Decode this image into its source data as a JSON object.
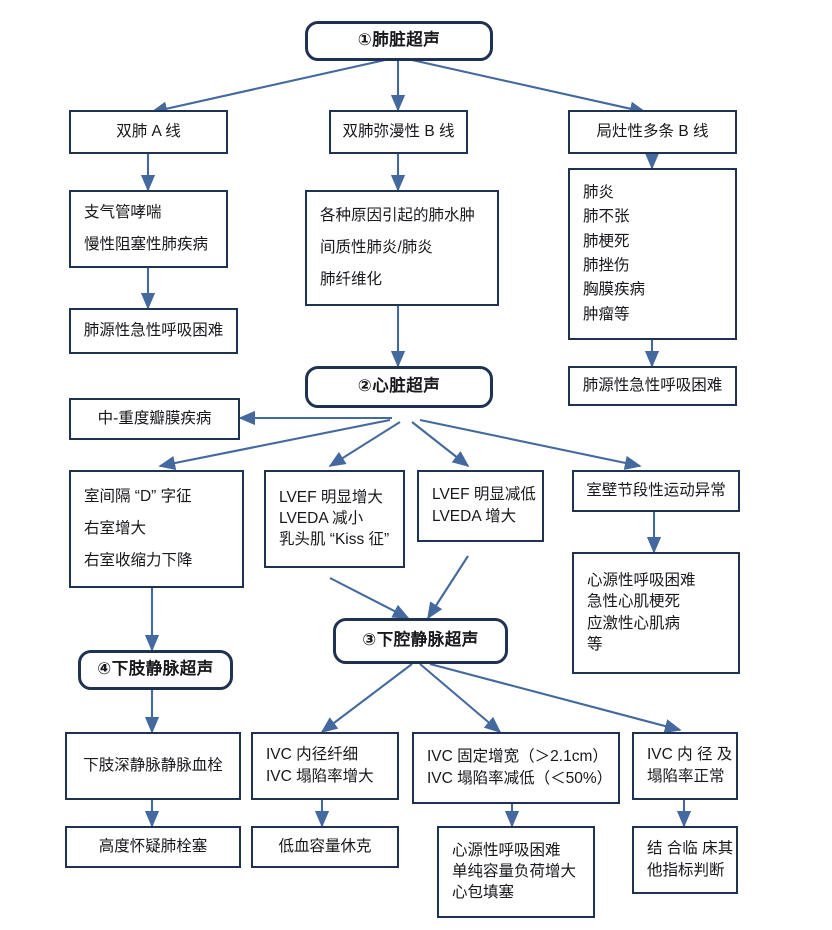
{
  "diagram": {
    "type": "flowchart",
    "title": "超声诊断流程图",
    "colors": {
      "box_border": "#1f3252",
      "connector": "#44699e",
      "text": "#17181c",
      "background": "#ffffff"
    }
  },
  "nodes": {
    "lung_us": {
      "lines": [
        "①肺脏超声"
      ]
    },
    "a_lines": {
      "lines": [
        "双肺 A 线"
      ]
    },
    "diffuse_b": {
      "lines": [
        "双肺弥漫性 B 线"
      ]
    },
    "focal_b": {
      "lines": [
        "局灶性多条 B 线"
      ]
    },
    "asthma_copd": {
      "lines": [
        "支气管哮喘",
        "慢性阻塞性肺疾病"
      ]
    },
    "pulm_dyspnea_left": {
      "lines": [
        "肺源性急性呼吸困难"
      ]
    },
    "edema_group": {
      "lines": [
        "各种原因引起的肺水肿",
        "间质性肺炎/肺炎",
        "肺纤维化"
      ]
    },
    "focal_causes": {
      "lines": [
        "肺炎",
        "肺不张",
        "肺梗死",
        "肺挫伤",
        "胸膜疾病",
        "肿瘤等"
      ]
    },
    "pulm_dyspnea_right": {
      "lines": [
        "肺源性急性呼吸困难"
      ]
    },
    "cardiac_us": {
      "lines": [
        "②心脏超声"
      ]
    },
    "valve_disease": {
      "lines": [
        "中-重度瓣膜疾病"
      ]
    },
    "d_sign": {
      "lines": [
        "室间隔 “D” 字征",
        "右室增大",
        "右室收缩力下降"
      ]
    },
    "lvef_high": {
      "lines": [
        "LVEF 明显增大",
        "LVEDA 减小",
        "乳头肌 “Kiss 征”"
      ]
    },
    "lvef_low": {
      "lines": [
        "LVEF 明显减低",
        "LVEDA 增大"
      ]
    },
    "wall_motion": {
      "lines": [
        "室壁节段性运动异常"
      ]
    },
    "cardiac_causes": {
      "lines": [
        "心源性呼吸困难",
        "急性心肌梗死",
        "应激性心肌病",
        "等"
      ]
    },
    "ivc_us": {
      "lines": [
        "③下腔静脉超声"
      ]
    },
    "leg_vein_us": {
      "lines": [
        "④下肢静脉超声"
      ]
    },
    "dvt": {
      "lines": [
        "下肢深静脉静脉血栓"
      ]
    },
    "ivc_narrow": {
      "lines": [
        "IVC 内径纤细",
        "IVC 塌陷率增大"
      ]
    },
    "ivc_wide": {
      "lines": [
        "IVC 固定增宽（＞2.1cm）",
        "IVC 塌陷率减低（＜50%）"
      ]
    },
    "ivc_normal": {
      "lines": [
        "IVC 内 径 及",
        "塌陷率正常"
      ]
    },
    "pe_suspect": {
      "lines": [
        "高度怀疑肺栓塞"
      ]
    },
    "hypovolemic": {
      "lines": [
        "低血容量休克"
      ]
    },
    "cardiac_dyspnea": {
      "lines": [
        "心源性呼吸困难",
        "单纯容量负荷增大",
        "心包填塞"
      ]
    },
    "clinical_judge": {
      "lines": [
        "结 合临 床其",
        "他指标判断"
      ]
    }
  }
}
